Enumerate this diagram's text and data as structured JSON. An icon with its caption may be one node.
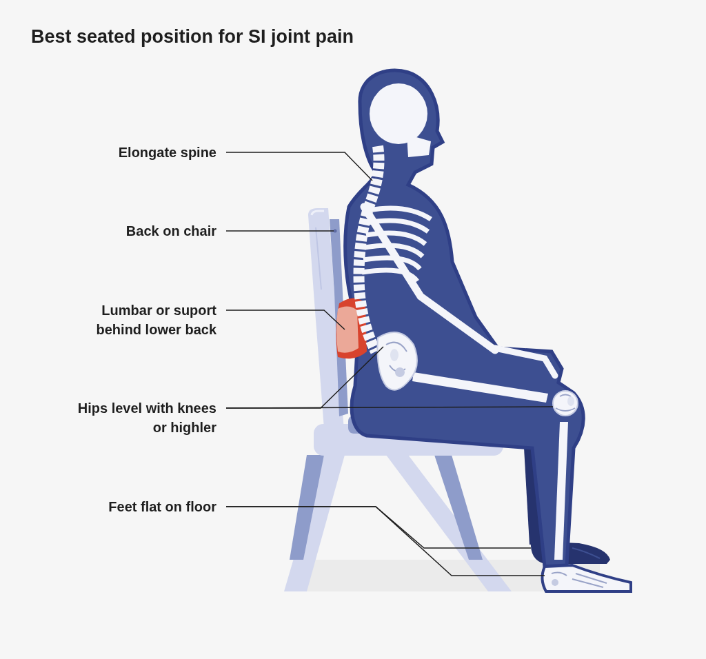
{
  "diagram": {
    "title": "Best seated position for SI joint pain",
    "nodes": [
      {
        "text": [
          "Elongate spine"
        ]
      },
      {
        "text": [
          "Back on chair"
        ]
      },
      {
        "text": [
          "Lumbar or suport behind lower back"
        ]
      },
      {
        "text": [
          "Hips level with knees or highler"
        ]
      },
      {
        "text": [
          "Feet flat on floor"
        ]
      },
      {
        "text": [],
        "shape": "picture"
      },
      {
        "text": [],
        "shape": "picture"
      },
      {
        "text": [],
        "shape": "picture"
      },
      {
        "text": [],
        "shape": "picture"
      },
      {
        "text": [],
        "shape": "picture"
      },
      {
        "text": [],
        "shape": "picture"
      },
      {
        "text": [],
        "shape": "picture"
      }
    ],
    "edges": [
      {
        "from": 0,
        "to": 5,
        "arrow": "none"
      },
      {
        "from": 1,
        "to": 6,
        "arrow": "none"
      },
      {
        "from": 2,
        "to": 7,
        "arrow": "none"
      },
      {
        "from": 3,
        "to": 8,
        "arrow": "none"
      },
      {
        "from": 3,
        "to": 9,
        "arrow": "none"
      },
      {
        "from": 4,
        "to": 10,
        "arrow": "none"
      },
      {
        "from": 4,
        "to": 11,
        "arrow": "none"
      }
    ]
  }
}
